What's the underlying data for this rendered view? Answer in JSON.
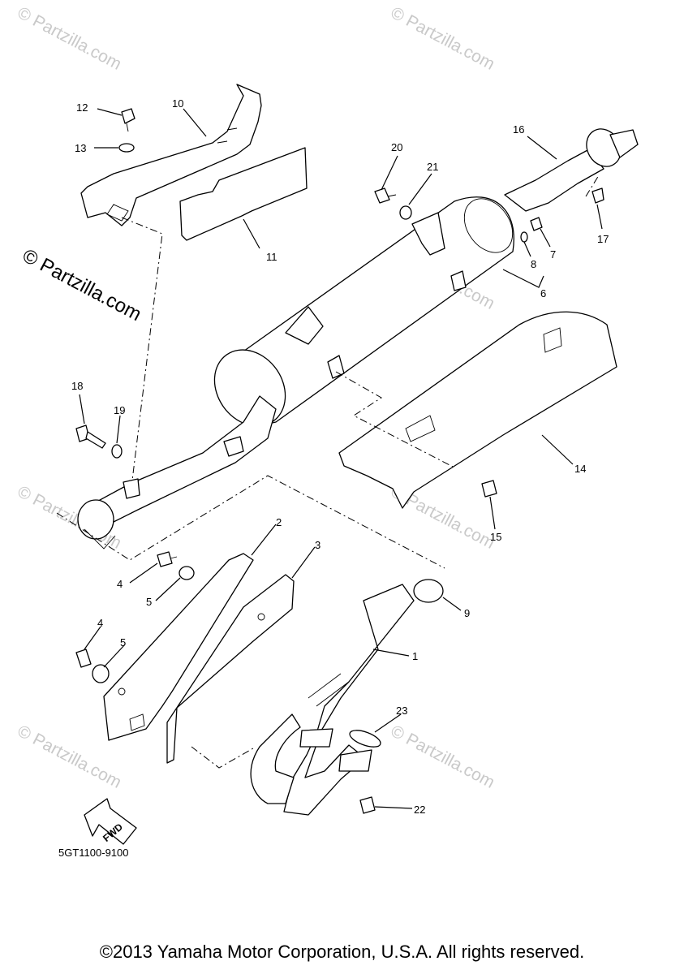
{
  "watermarks": {
    "small": "© Partzilla.com",
    "large": "© Partzilla.com"
  },
  "callouts": {
    "c1": "1",
    "c2": "2",
    "c3": "3",
    "c4a": "4",
    "c4b": "4",
    "c5a": "5",
    "c5b": "5",
    "c6": "6",
    "c7": "7",
    "c8": "8",
    "c9": "9",
    "c10": "10",
    "c11": "11",
    "c12": "12",
    "c13": "13",
    "c14": "14",
    "c15": "15",
    "c16": "16",
    "c17": "17",
    "c18": "18",
    "c19": "19",
    "c20": "20",
    "c21": "21",
    "c22": "22",
    "c23": "23"
  },
  "fwd_label": "FWD",
  "diagram_code": "5GT1100-9100",
  "copyright": "©2013 Yamaha Motor Corporation, U.S.A. All rights reserved."
}
